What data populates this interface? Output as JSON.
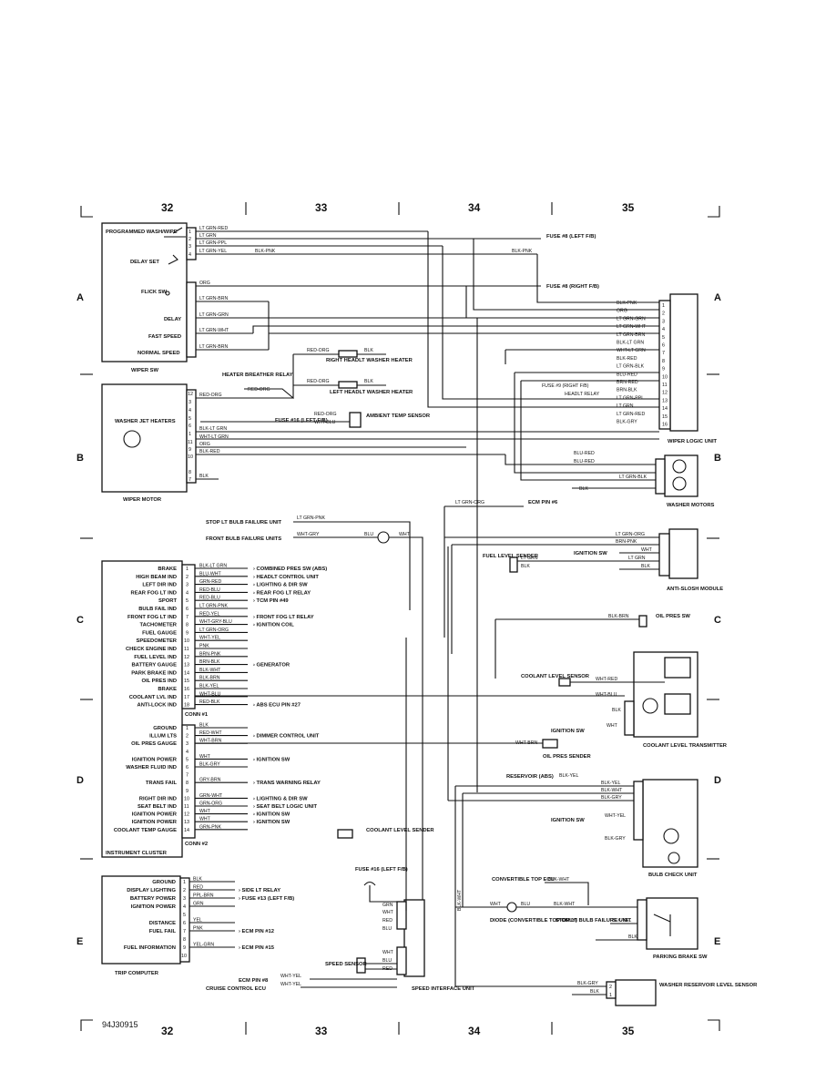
{
  "page_id": "94J30915",
  "grid_columns": [
    "32",
    "33",
    "34",
    "35"
  ],
  "grid_rows": [
    "A",
    "B",
    "C",
    "D",
    "E"
  ],
  "wiper_sw": {
    "title": "WIPER SW",
    "labels": [
      "PROGRAMMED WASH/WIPE",
      "DELAY SET",
      "FLICK SW",
      "DELAY",
      "FAST SPEED",
      "NORMAL SPEED"
    ],
    "wires": [
      "LT GRN-RED",
      "LT GRN",
      "LT GRN-PPL",
      "LT GRN-YEL",
      "ORG",
      "LT GRN-BRN",
      "LT GRN-GRN",
      "LT GRN-WHT",
      "LT GRN-BRN"
    ]
  },
  "top_refs": {
    "fuse8_left": "FUSE #8 (LEFT F/B)",
    "fuse8_right": "FUSE #8 (RIGHT F/B)",
    "blk_pnk": "BLK-PNK"
  },
  "wiper_logic_unit": {
    "title": "WIPER LOGIC UNIT",
    "pins": [
      {
        "n": "1",
        "wire": "BLK-PNK"
      },
      {
        "n": "2",
        "wire": "ORG"
      },
      {
        "n": "3",
        "wire": "LT GRN-GRN"
      },
      {
        "n": "4",
        "wire": "LT GRN-WHT"
      },
      {
        "n": "5",
        "wire": "LT GRN-BRN"
      },
      {
        "n": "6",
        "wire": "BLK-LT GRN"
      },
      {
        "n": "7",
        "wire": "WHT-LT GRN"
      },
      {
        "n": "8",
        "wire": "BLK-RED"
      },
      {
        "n": "9",
        "wire": "LT GRN-BLK"
      },
      {
        "n": "10",
        "wire": "BLU-RED"
      },
      {
        "n": "11",
        "wire": "BRN-RED"
      },
      {
        "n": "12",
        "wire": "BRN-BLK"
      },
      {
        "n": "13",
        "wire": "LT GRN-PPL"
      },
      {
        "n": "14",
        "wire": "LT GRN"
      },
      {
        "n": "15",
        "wire": "LT GRN-RED"
      },
      {
        "n": "16",
        "wire": "BLK-GRY"
      }
    ],
    "fuse9": "FUSE #9 (RIGHT F/B)",
    "headlt_relay": "HEADLT RELAY"
  },
  "heaters": {
    "right_headlt": "RIGHT HEADLT WASHER HEATER",
    "left_headlt": "LEFT HEADLT WASHER HEATER",
    "breather_relay": "HEATER BREATHER RELAY",
    "washer_jet": "WASHER JET HEATERS",
    "ambient_sensor": "AMBIENT TEMP SENSOR",
    "fuse16": "FUSE #16 (LEFT F/B)"
  },
  "wiper_motor": {
    "title": "WIPER MOTOR",
    "wires": [
      "RED-ORG",
      "BLK-LT GRN",
      "WHT-LT GRN",
      "ORG",
      "BLK-RED",
      "BLK"
    ]
  },
  "washer_motors": {
    "title": "WASHER MOTORS",
    "wires": [
      "BLU-RED",
      "BLU-RED",
      "LT GRN-BLK",
      "BLK"
    ]
  },
  "anti_slosh": {
    "title": "ANTI-SLOSH MODULE",
    "ecm": "ECM PIN #6",
    "wires": [
      "LT GRN-ORG",
      "BRN-PNK",
      "WHT",
      "LT GRN",
      "BLK"
    ],
    "ignition": "IGNITION SW",
    "fuel_sender": "FUEL LEVEL SENDER"
  },
  "bulb_failure": {
    "stop": "STOP LT BULB FAILURE UNIT",
    "front": "FRONT BULB FAILURE UNITS",
    "wires": [
      "LT GRN-PNK",
      "WHT-GRY",
      "BLU",
      "WHT"
    ]
  },
  "instrument_cluster": {
    "title": "INSTRUMENT CLUSTER",
    "conn1": "CONN #1",
    "conn2": "CONN #2",
    "conn1_pins": [
      {
        "n": "1",
        "label": "BRAKE",
        "wire": "BLK-LT GRN",
        "dest": "COMBINED PRES SW (ABS)"
      },
      {
        "n": "2",
        "label": "HIGH BEAM IND",
        "wire": "BLU-WHT",
        "dest": "HEADLT CONTROL UNIT"
      },
      {
        "n": "3",
        "label": "LEFT DIR IND",
        "wire": "GRN-RED",
        "dest": "LIGHTING & DIR SW"
      },
      {
        "n": "4",
        "label": "REAR FOG LT IND",
        "wire": "RED-BLU",
        "dest": "REAR FOG LT RELAY"
      },
      {
        "n": "5",
        "label": "SPORT",
        "wire": "RED-BLU",
        "dest": "TCM PIN #49"
      },
      {
        "n": "6",
        "label": "BULB FAIL IND",
        "wire": "LT GRN-PNK",
        "dest": ""
      },
      {
        "n": "7",
        "label": "FRONT FOG LT IND",
        "wire": "RED-YEL",
        "dest": "FRONT FOG LT RELAY"
      },
      {
        "n": "8",
        "label": "TACHOMETER",
        "wire": "WHT-GRY-BLU",
        "dest": "IGNITION COIL"
      },
      {
        "n": "9",
        "label": "FUEL GAUGE",
        "wire": "LT GRN-ORG",
        "dest": ""
      },
      {
        "n": "10",
        "label": "SPEEDOMETER",
        "wire": "WHT-YEL",
        "dest": ""
      },
      {
        "n": "11",
        "label": "CHECK ENGINE IND",
        "wire": "PNK",
        "dest": ""
      },
      {
        "n": "12",
        "label": "FUEL LEVEL IND",
        "wire": "BRN-PNK",
        "dest": ""
      },
      {
        "n": "13",
        "label": "BATTERY GAUGE",
        "wire": "BRN-BLK",
        "dest": "GENERATOR"
      },
      {
        "n": "14",
        "label": "PARK BRAKE IND",
        "wire": "BLK-WHT",
        "dest": ""
      },
      {
        "n": "15",
        "label": "OIL PRES IND",
        "wire": "BLK-BRN",
        "dest": ""
      },
      {
        "n": "16",
        "label": "BRAKE",
        "wire": "BLK-YEL",
        "dest": ""
      },
      {
        "n": "17",
        "label": "COOLANT LVL IND",
        "wire": "WHT-BLU",
        "dest": ""
      },
      {
        "n": "18",
        "label": "ANTI-LOCK IND",
        "wire": "RED-BLK",
        "dest": "ABS ECU PIN #27"
      }
    ],
    "conn2_pins": [
      {
        "n": "1",
        "label": "GROUND",
        "wire": "BLK",
        "dest": ""
      },
      {
        "n": "2",
        "label": "ILLUM LTS",
        "wire": "RED-WHT",
        "dest": "DIMMER CONTROL UNIT"
      },
      {
        "n": "3",
        "label": "OIL PRES GAUGE",
        "wire": "WHT-BRN",
        "dest": ""
      },
      {
        "n": "4",
        "label": "",
        "wire": "",
        "dest": ""
      },
      {
        "n": "5",
        "label": "IGNITION POWER",
        "wire": "WHT",
        "dest": "IGNITION SW"
      },
      {
        "n": "6",
        "label": "WASHER FLUID IND",
        "wire": "BLK-GRY",
        "dest": ""
      },
      {
        "n": "7",
        "label": "",
        "wire": "",
        "dest": ""
      },
      {
        "n": "8",
        "label": "TRANS FAIL",
        "wire": "GRY-BRN",
        "dest": "TRANS WARNING RELAY"
      },
      {
        "n": "9",
        "label": "",
        "wire": "",
        "dest": ""
      },
      {
        "n": "10",
        "label": "RIGHT DIR IND",
        "wire": "GRN-WHT",
        "dest": "LIGHTING & DIR SW"
      },
      {
        "n": "11",
        "label": "SEAT BELT IND",
        "wire": "GRN-ORG",
        "dest": "SEAT BELT LOGIC UNIT"
      },
      {
        "n": "12",
        "label": "IGNITION POWER",
        "wire": "WHT",
        "dest": "IGNITION SW"
      },
      {
        "n": "13",
        "label": "IGNITION POWER",
        "wire": "WHT",
        "dest": "IGNITION SW"
      },
      {
        "n": "14",
        "label": "COOLANT TEMP GAUGE",
        "wire": "GRN-PNK",
        "dest": ""
      }
    ],
    "coolant_sender": "COOLANT LEVEL SENDER"
  },
  "oil_pres_sw": "OIL PRES SW",
  "coolant_transmitter": {
    "title": "COOLANT LEVEL TRANSMITTER",
    "sensor": "COOLANT LEVEL SENSOR",
    "wires": [
      "WHT-RED",
      "WHT-BLU",
      "BLK",
      "WHT"
    ],
    "ignition": "IGNITION SW"
  },
  "oil_pres_sender": "OIL PRES SENDER",
  "bulb_check": {
    "title": "BULB CHECK UNIT",
    "reservoir": "RESERVOIR (ABS)",
    "wires": [
      "BLK-YEL",
      "BLK-WHT",
      "BLK-GRY",
      "WHT-YEL",
      "BLK-GRY"
    ],
    "ignition": "IGNITION SW"
  },
  "trip_computer": {
    "title": "TRIP COMPUTER",
    "pins": [
      {
        "n": "1",
        "label": "GROUND",
        "wire": "BLK",
        "dest": ""
      },
      {
        "n": "2",
        "label": "DISPLAY LIGHTING",
        "wire": "RED",
        "dest": "SIDE LT RELAY"
      },
      {
        "n": "3",
        "label": "BATTERY POWER",
        "wire": "PPL-BRN",
        "dest": "FUSE #13 (LEFT F/B)"
      },
      {
        "n": "4",
        "label": "IGNITION POWER",
        "wire": "GRN",
        "dest": ""
      },
      {
        "n": "5",
        "label": "",
        "wire": "",
        "dest": ""
      },
      {
        "n": "6",
        "label": "DISTANCE",
        "wire": "YEL",
        "dest": ""
      },
      {
        "n": "7",
        "label": "FUEL FAIL",
        "wire": "PNK",
        "dest": "ECM PIN #12"
      },
      {
        "n": "8",
        "label": "",
        "wire": "",
        "dest": ""
      },
      {
        "n": "9",
        "label": "FUEL INFORMATION",
        "wire": "YEL-GRN",
        "dest": "ECM PIN #15"
      },
      {
        "n": "10",
        "label": "",
        "wire": "",
        "dest": ""
      }
    ]
  },
  "speed_interface": {
    "title": "SPEED INTERFACE UNIT",
    "fuse16": "FUSE #16 (LEFT F/B)",
    "speed_sensor": "SPEED SENSOR",
    "ecm8": "ECM PIN #8",
    "cruise": "CRUISE CONTROL ECU",
    "wires": [
      "GRN",
      "WHT",
      "RED",
      "BLU",
      "WHT",
      "BLU",
      "RED",
      "WHT-YEL",
      "WHT-YEL"
    ]
  },
  "parking_brake": {
    "title": "PARKING BRAKE SW",
    "convertible_ecu": "CONVERTIBLE TOP ECU",
    "diode": "DIODE (CONVERTIBLE TOP ONLY)",
    "stop_lt": "STOP LT BULB FAILURE UNIT",
    "wires": [
      "BLK-WHT",
      "WHT",
      "BLU",
      "BLK-WHT",
      "BLK-YEL",
      "BLK"
    ]
  },
  "washer_reservoir": {
    "title": "WASHER RESERVOIR LEVEL SENSOR",
    "wires": [
      "BLK-GRY",
      "BLK"
    ]
  },
  "vertical_wire": "BLK-WHT"
}
